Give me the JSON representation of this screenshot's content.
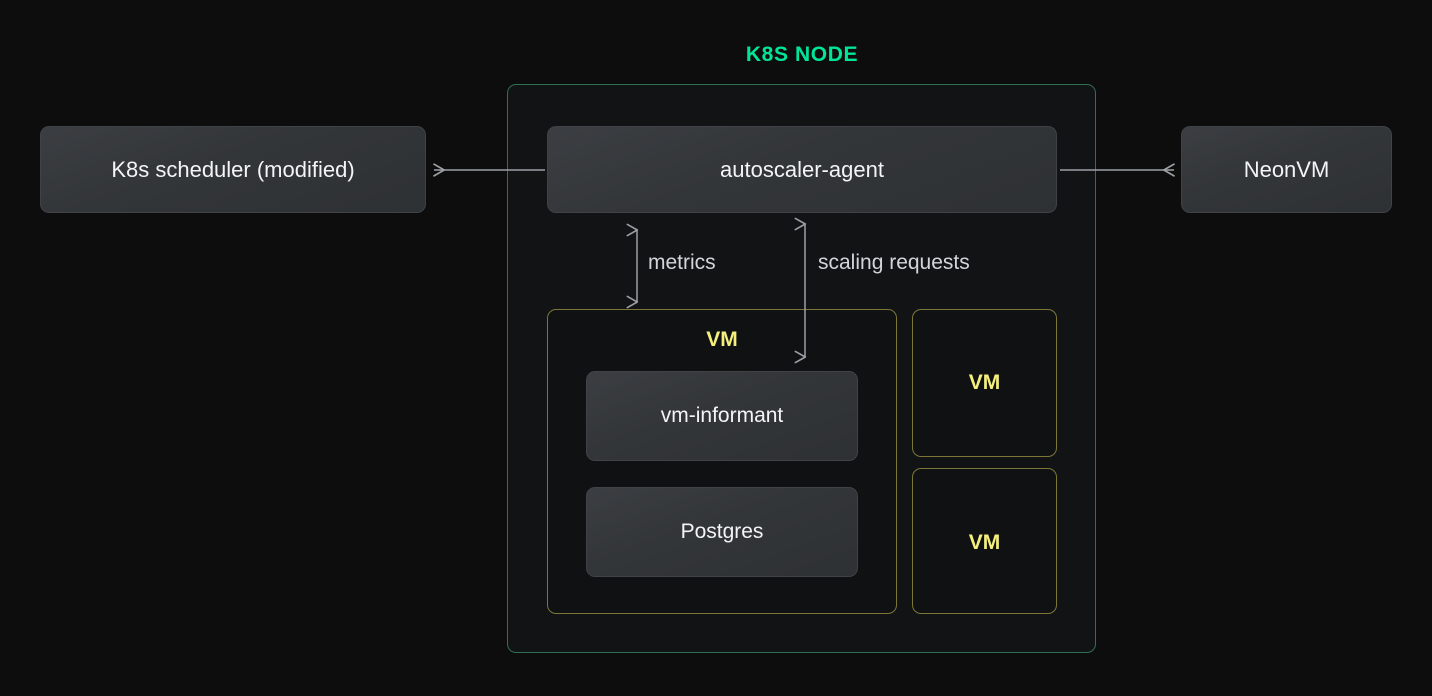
{
  "diagram": {
    "title": "K8S NODE",
    "background_color": "#0d0d0d",
    "accent_green": "#00e599",
    "node_border_color": "#2f6f54",
    "vm_border_color": "#7d7636",
    "vm_label_color": "#f5ef7c",
    "arrow_color": "#9ba0a5"
  },
  "external": {
    "scheduler_label": "K8s scheduler (modified)",
    "neonvm_label": "NeonVM"
  },
  "node": {
    "agent_label": "autoscaler-agent",
    "vm_main": {
      "label": "VM",
      "components": [
        {
          "label": "vm-informant"
        },
        {
          "label": "Postgres"
        }
      ]
    },
    "vm_others": [
      {
        "label": "VM"
      },
      {
        "label": "VM"
      }
    ]
  },
  "connections": {
    "metrics_label": "metrics",
    "scaling_label": "scaling requests"
  }
}
